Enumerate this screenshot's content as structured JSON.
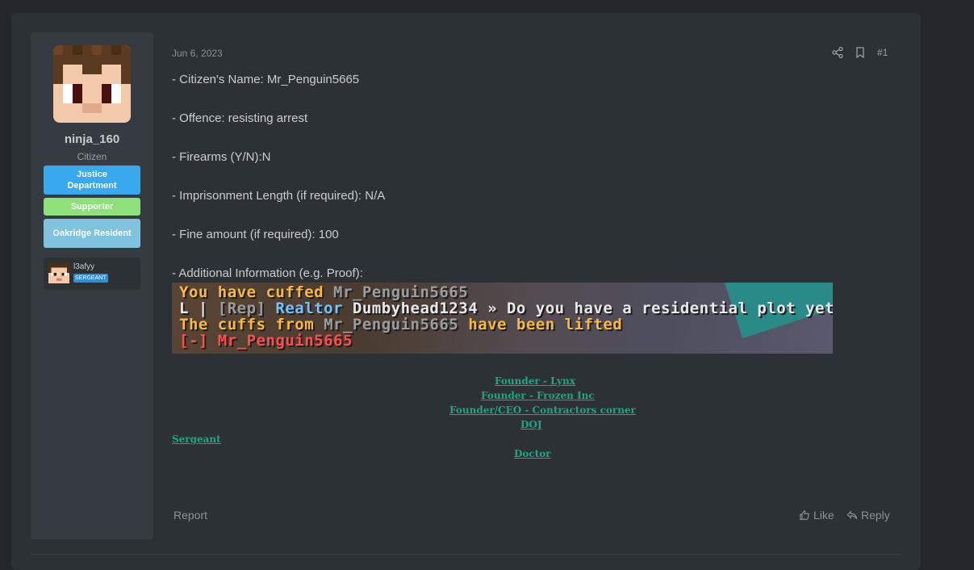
{
  "user": {
    "name": "ninja_160",
    "title": "Citizen",
    "banners": [
      "Justice Department",
      "Supporter",
      "Oakridge Resident"
    ],
    "linked_account": {
      "name": "l3afyy",
      "badge": "SERGEANT"
    }
  },
  "post": {
    "date": "Jun 6, 2023",
    "number": "#1",
    "lines": [
      "- Citizen's Name: Mr_Penguin5665",
      "- Offence: resisting arrest",
      "- Firearms (Y/N):N",
      "- Imprisonment Length (if required): N/A",
      "- Fine amount (if required): 100",
      "- Additional Information (e.g. Proof):"
    ],
    "proof_image": {
      "rows": [
        [
          {
            "t": "You have cuffed ",
            "c": "yellow"
          },
          {
            "t": "Mr_Penguin5665",
            "c": "gray"
          }
        ],
        [
          {
            "t": "L | ",
            "c": "white"
          },
          {
            "t": "[Rep] ",
            "c": "gray"
          },
          {
            "t": "Realtor ",
            "c": "blue"
          },
          {
            "t": "Dumbyhead1234 ",
            "c": "white"
          },
          {
            "t": "» Do you have a residential plot yet?",
            "c": "white"
          }
        ],
        [
          {
            "t": "The cuffs from ",
            "c": "yellow"
          },
          {
            "t": "Mr_Penguin5665 ",
            "c": "gray"
          },
          {
            "t": "have been lifted",
            "c": "yellow"
          }
        ],
        [
          {
            "t": "[-] Mr_Penguin5665",
            "c": "red"
          }
        ]
      ]
    },
    "signature": [
      "Founder - Lynx",
      "Founder - Frozen Inc",
      "Founder/CEO - Contractors corner",
      "DOJ",
      "Sergeant",
      "Doctor"
    ]
  },
  "actions": {
    "report": "Report",
    "like": "Like",
    "reply": "Reply"
  },
  "icons": [
    "share-icon",
    "bookmark-icon",
    "like-icon",
    "reply-icon"
  ],
  "colors": {
    "background": "#23272b",
    "card": "#2c3136",
    "banner_justice": "#3aa8ef",
    "banner_supporter": "#8ee07b",
    "banner_oakridge": "#7fc3df",
    "signature_link": "#1fa585"
  }
}
